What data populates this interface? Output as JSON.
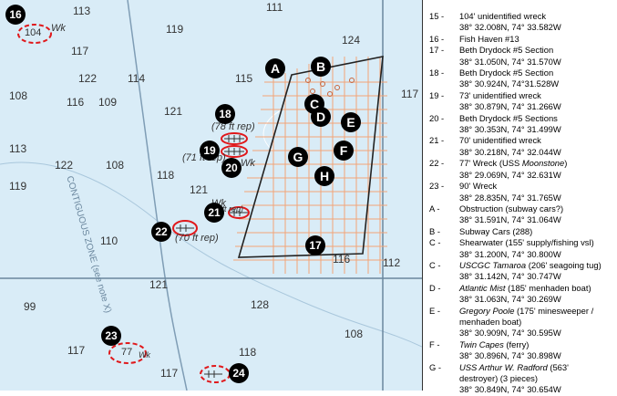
{
  "map": {
    "depths": [
      "113",
      "111",
      "119",
      "124",
      "117",
      "122",
      "114",
      "115",
      "117",
      "108",
      "116",
      "109",
      "121",
      "113",
      "122",
      "108",
      "118",
      "121",
      "119",
      "110",
      "112",
      "121",
      "116",
      "99",
      "128",
      "108",
      "117",
      "118",
      "117"
    ],
    "wreck_labels": [
      "104",
      "Wk",
      "77",
      "Wk",
      "Wk",
      "Wk"
    ],
    "notes": [
      "(78 ft rep)",
      "(71 ft rep)",
      "(70 ft rep)",
      "(70 ft rep)"
    ],
    "zone_label": "CONTIGUOUS ZONE (see note X)",
    "markers": [
      "16",
      "18",
      "19",
      "20",
      "21",
      "22",
      "17",
      "23",
      "24"
    ],
    "letters": [
      "A",
      "B",
      "C",
      "D",
      "E",
      "F",
      "G",
      "H"
    ]
  },
  "legend": [
    {
      "key": "15 -",
      "desc": [
        {
          "t": "104' unidentified wreck"
        }
      ],
      "coords": "38° 32.008N, 74° 33.582W"
    },
    {
      "key": "16 -",
      "desc": [
        {
          "t": "Fish Haven #13"
        }
      ],
      "coords": ""
    },
    {
      "key": "17 -",
      "desc": [
        {
          "t": "Beth Drydock #5 Section"
        }
      ],
      "coords": "38° 31.050N, 74° 31.570W"
    },
    {
      "key": "18 -",
      "desc": [
        {
          "t": "Beth Drydock #5 Section"
        }
      ],
      "coords": "38° 30.924N, 74°31.528W"
    },
    {
      "key": "19 -",
      "desc": [
        {
          "t": "73' unidentified wreck"
        }
      ],
      "coords": "38° 30.879N, 74° 31.266W"
    },
    {
      "key": "20 -",
      "desc": [
        {
          "t": "Beth Drydock #5 Sections"
        }
      ],
      "coords": "38° 30.353N, 74° 31.499W"
    },
    {
      "key": "21 -",
      "desc": [
        {
          "t": "70' unidentified wreck"
        }
      ],
      "coords": "38° 30.218N, 74° 32.044W"
    },
    {
      "key": "22 -",
      "desc": [
        {
          "t": "77' Wreck (USS "
        },
        {
          "t": "Moonstone",
          "i": true
        },
        {
          "t": ")"
        }
      ],
      "coords": "38° 29.069N, 74° 32.631W"
    },
    {
      "key": "23 -",
      "desc": [
        {
          "t": "90' Wreck"
        }
      ],
      "coords": "38° 28.835N, 74° 31.765W"
    },
    {
      "key": "A -",
      "desc": [
        {
          "t": "Obstruction (subway cars?)"
        }
      ],
      "coords": "38° 31.591N, 74° 31.064W"
    },
    {
      "key": "B -",
      "desc": [
        {
          "t": "Subway Cars (288)"
        }
      ],
      "coords": ""
    },
    {
      "key": "C -",
      "desc": [
        {
          "t": "Shearwater (155' supply/fishing vsl)"
        }
      ],
      "coords": "38° 31.200N, 74° 30.800W"
    },
    {
      "key": "C -",
      "desc": [
        {
          "t": "USCGC Tamaroa",
          "i": true
        },
        {
          "t": " (206' seagoing tug)"
        }
      ],
      "coords": " 38° 31.142N, 74° 30.747W"
    },
    {
      "key": "D -",
      "desc": [
        {
          "t": "Atlantic Mist",
          "i": true
        },
        {
          "t": " (185' menhaden boat)"
        }
      ],
      "coords": "38° 31.063N, 74° 30.269W"
    },
    {
      "key": "E -",
      "desc": [
        {
          "t": "Gregory Poole",
          "i": true
        },
        {
          "t": " (175' minesweeper /"
        }
      ],
      "coords": "menhaden boat)"
    },
    {
      "key": "",
      "desc": [],
      "coords": "38° 30.909N, 74° 30.595W"
    },
    {
      "key": "F -",
      "desc": [
        {
          "t": "Twin Capes",
          "i": true
        },
        {
          "t": " (ferry)"
        }
      ],
      "coords": "38° 30.896N, 74° 30.898W"
    },
    {
      "key": "G -",
      "desc": [
        {
          "t": "USS Arthur W. Radford",
          "i": true
        },
        {
          "t": " (563'"
        }
      ],
      "coords": "destroyer) (3 pieces)"
    },
    {
      "key": "",
      "desc": [],
      "coords": "38° 30.849N, 74° 30.654W"
    }
  ]
}
